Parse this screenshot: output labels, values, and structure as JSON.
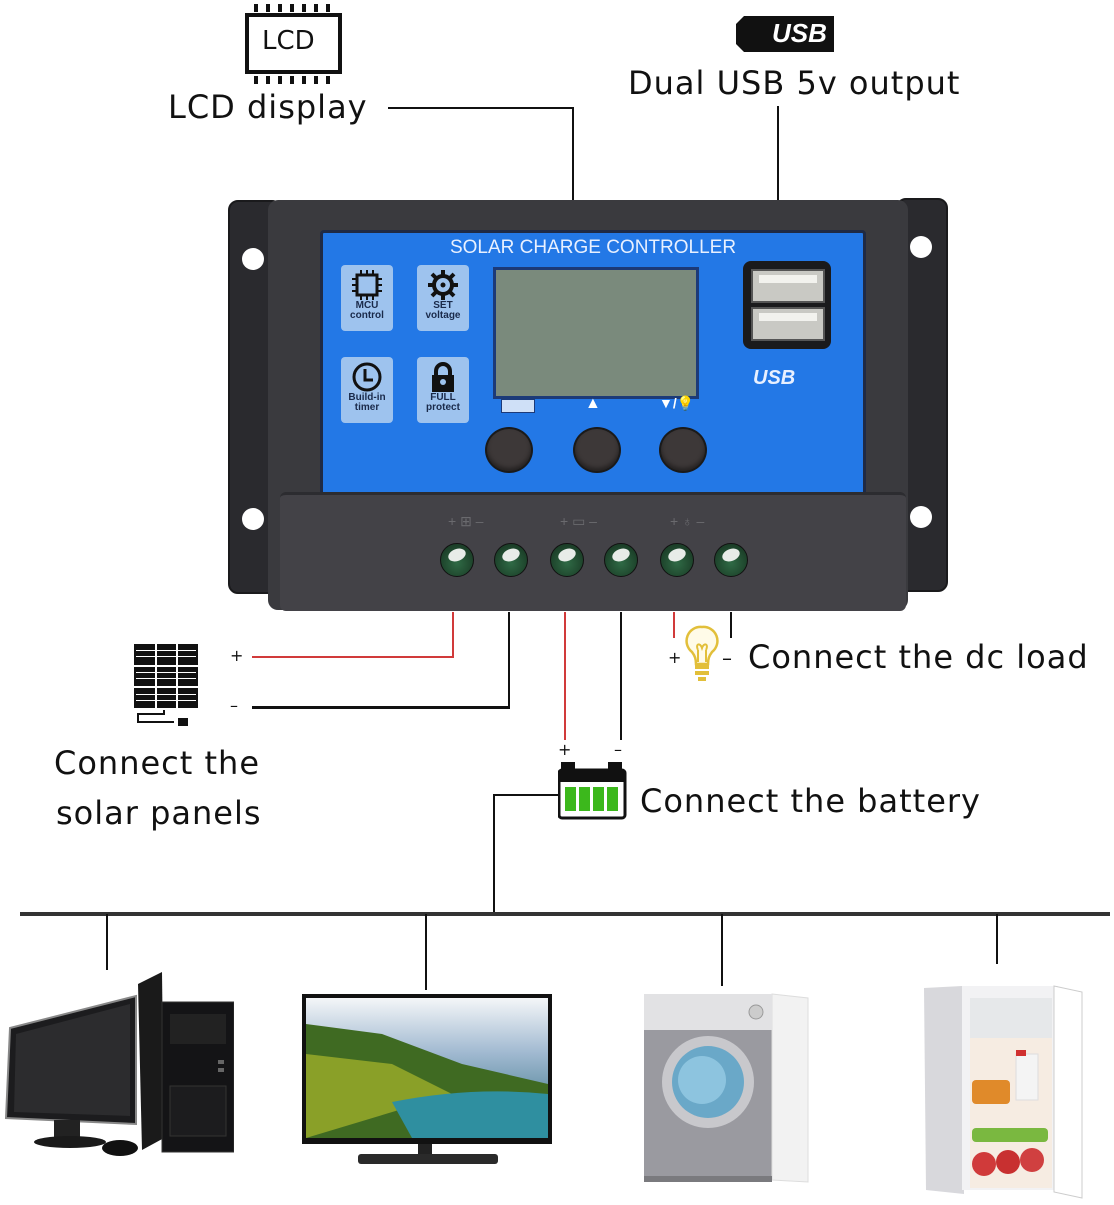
{
  "callouts": {
    "lcd": {
      "icon_text": "LCD",
      "label": "LCD display"
    },
    "usb": {
      "icon_text": "USB",
      "label": "Dual USB 5v output"
    },
    "solar": {
      "line1": "Connect  the",
      "line2": "solar panels",
      "plus": "+",
      "minus": "–"
    },
    "load": {
      "label": "Connect the dc load",
      "plus": "+",
      "minus": "–"
    },
    "battery": {
      "label": "Connect the battery",
      "plus": "+",
      "minus": "–"
    }
  },
  "controller": {
    "title": "SOLAR CHARGE CONTROLLER",
    "features": [
      {
        "icon": "chip-icon",
        "line1": "MCU",
        "line2": "control"
      },
      {
        "icon": "gear-icon",
        "line1": "SET",
        "line2": "voltage"
      },
      {
        "icon": "clock-icon",
        "line1": "Build-in",
        "line2": "timer"
      },
      {
        "icon": "lock-icon",
        "line1": "FULL",
        "line2": "protect"
      }
    ],
    "buttons": [
      {
        "name": "menu",
        "symbol": "▭"
      },
      {
        "name": "up",
        "symbol": "▲"
      },
      {
        "name": "down-light",
        "symbol": "▼/💡"
      }
    ],
    "usb_logo": "USB",
    "terminals": [
      "solar-plus",
      "solar-minus",
      "battery-plus",
      "battery-minus",
      "load-plus",
      "load-minus"
    ]
  },
  "appliances": [
    "desktop-computer",
    "television",
    "washing-machine",
    "refrigerator"
  ],
  "colors": {
    "face_blue": "#2378e6",
    "housing": "#3a3a3e",
    "wire_positive": "#d13a3a",
    "wire_negative": "#111111",
    "battery_green": "#3cb81c"
  }
}
